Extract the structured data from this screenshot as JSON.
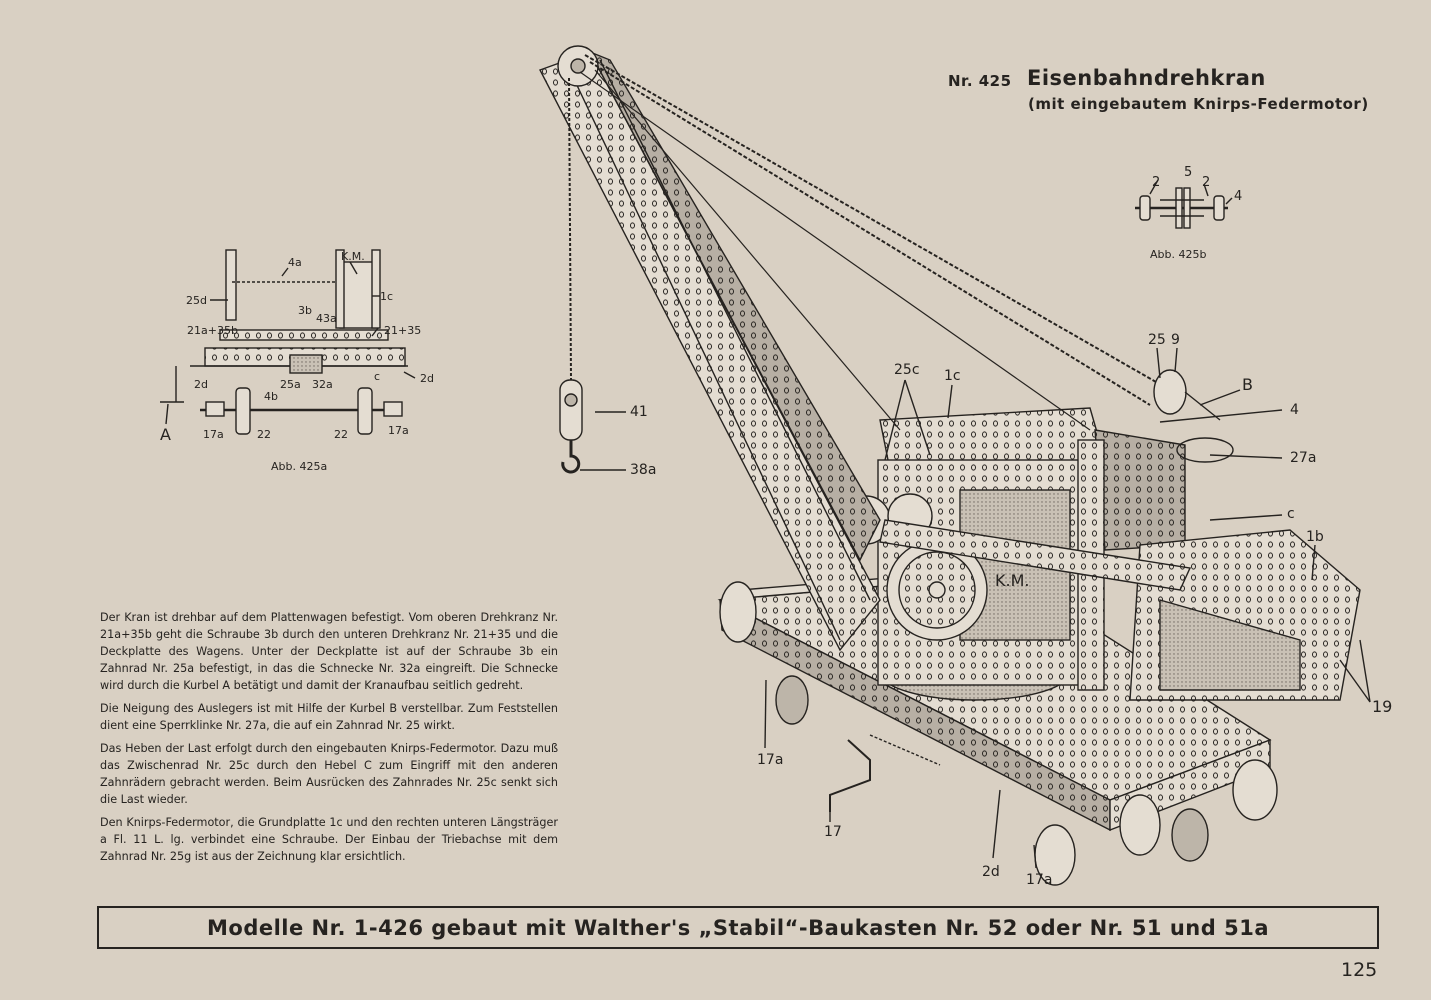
{
  "header": {
    "model_number": "Nr. 425",
    "title": "Eisenbahndrehkran",
    "subtitle": "(mit eingebautem Knirps-Federmotor)"
  },
  "figures": {
    "abb_425a": {
      "caption": "Abb. 425a",
      "labels": [
        "4a",
        "K.M.",
        "25d",
        "1c",
        "3b",
        "43a",
        "21a+35b",
        "21+35",
        "2d",
        "25a",
        "32a",
        "c",
        "2d",
        "4b",
        "A",
        "17a",
        "22",
        "22",
        "17a"
      ]
    },
    "abb_425b": {
      "caption": "Abb. 425b",
      "labels": [
        "2",
        "5",
        "2",
        "4"
      ]
    },
    "main_drawing": {
      "labels": [
        "25c",
        "1c",
        "25",
        "9",
        "B",
        "4",
        "27a",
        "41",
        "38a",
        "c",
        "1b",
        "K.M.",
        "19",
        "17a",
        "17",
        "2d",
        "17a"
      ]
    }
  },
  "body_paragraphs": [
    "Der Kran ist drehbar auf dem Plattenwagen befestigt. Vom oberen Drehkranz Nr. 21a+35b geht die Schraube 3b durch den unteren Drehkranz Nr. 21+35 und die Deckplatte des Wagens. Unter der Deckplatte ist auf der Schraube 3b ein Zahnrad Nr. 25a befestigt, in das die Schnecke Nr. 32a eingreift. Die Schnecke wird durch die Kurbel A betätigt und damit der Kranaufbau seitlich gedreht.",
    "Die Neigung des Auslegers ist mit Hilfe der Kurbel B verstellbar. Zum Feststellen dient eine Sperrklinke Nr. 27a, die auf ein Zahnrad Nr. 25 wirkt.",
    "Das Heben der Last erfolgt durch den eingebauten Knirps-Federmotor. Dazu muß das Zwischenrad Nr. 25c durch den Hebel C zum Eingriff mit den anderen Zahnrädern gebracht werden. Beim Ausrücken des Zahnrades Nr. 25c senkt sich die Last wieder.",
    "Den Knirps-Federmotor, die Grundplatte 1c und den rechten unteren Längsträger a Fl. 11 L. lg. verbindet eine Schraube. Der Einbau der Triebachse mit dem Zahnrad Nr. 25g ist aus der Zeichnung klar ersichtlich."
  ],
  "footer": {
    "text": "Modelle Nr. 1-426 gebaut mit Walther's „Stabil“-Baukasten Nr. 52 oder Nr. 51 und 51a"
  },
  "page_number": "125",
  "colors": {
    "paper": "#d9d0c3",
    "ink": "#262320"
  }
}
